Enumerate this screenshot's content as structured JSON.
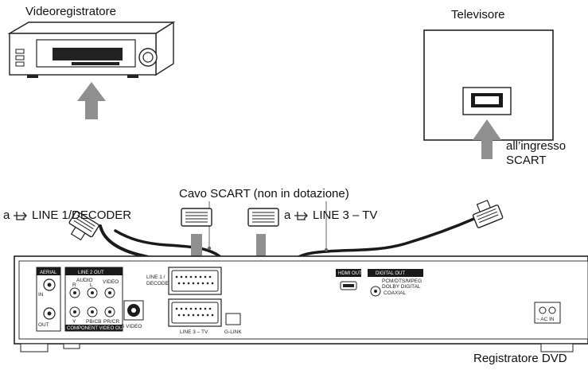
{
  "labels": {
    "vcr": "Videoregistratore",
    "tv": "Televisore",
    "cable": "Cavo SCART (non in dotazione)",
    "tv_input_line1": "all’ingresso",
    "tv_input_line2": "SCART",
    "to_line1_prefix": "a",
    "to_line1": "LINE 1/DECODER",
    "to_line3_prefix": "a",
    "to_line3": "LINE 3 – TV",
    "recorder": "Registratore DVD"
  },
  "panel": {
    "aerial": "AERIAL",
    "aerial_in": "IN",
    "aerial_out": "OUT",
    "line2_out": "LINE 2 OUT",
    "audio": "AUDIO",
    "audio_r": "R",
    "audio_l": "L",
    "video": "VIDEO",
    "comp_y": "Y",
    "comp_pb": "PB/CB",
    "comp_pr": "PR/CR",
    "component_video_out": "COMPONENT VIDEO OUT",
    "s_video": "S VIDEO",
    "line1_decoder_a": "LINE 1 /",
    "line1_decoder_b": "DECODER",
    "line3_tv": "LINE 3 – TV",
    "g_link": "G-LINK",
    "hdmi_out": "HDMI OUT",
    "digital_out": "DIGITAL OUT",
    "pcm_line1": "PCM/DTS/MPEG",
    "pcm_line2": "DOLBY DIGITAL",
    "coaxial": "COAXIAL",
    "ac_in": "~ AC IN"
  }
}
